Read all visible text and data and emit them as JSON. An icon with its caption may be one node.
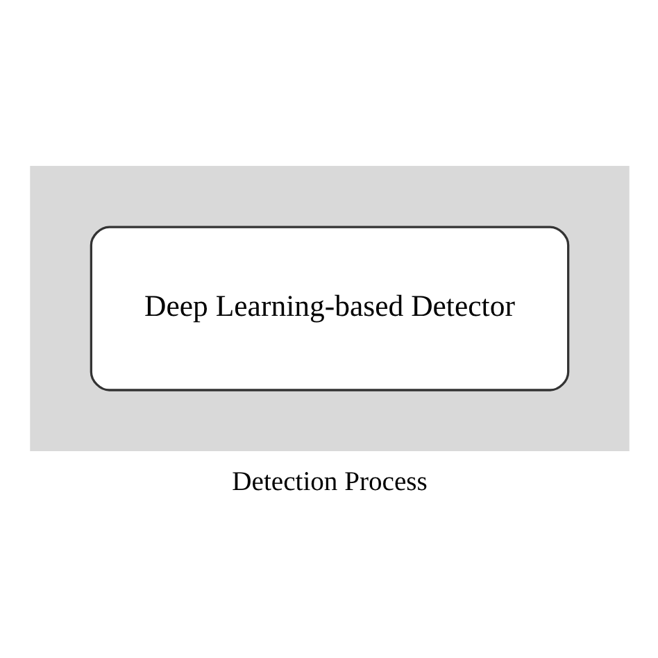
{
  "diagram": {
    "caption": "Detection Process",
    "nodes": [
      {
        "text": [],
        "shape": "box"
      },
      {
        "text": [
          "Deep Learning-based Detector"
        ],
        "in": 0
      }
    ],
    "edges": []
  }
}
